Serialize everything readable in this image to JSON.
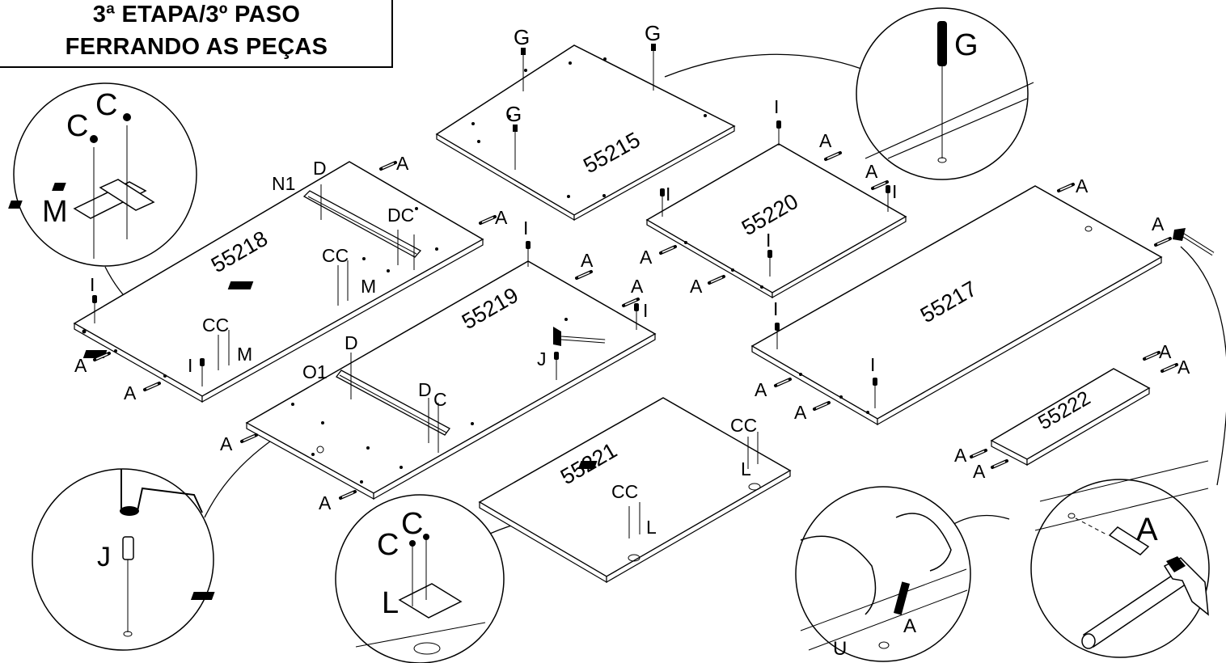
{
  "title": {
    "line1": "3ª ETAPA/3º PASO",
    "line2": "FERRANDO AS PEÇAS"
  },
  "panels": {
    "p55215": "55215",
    "p55218": "55218",
    "p55219": "55219",
    "p55220": "55220",
    "p55217": "55217",
    "p55221": "55221",
    "p55222": "55222"
  },
  "parts": {
    "A": "A",
    "C": "C",
    "D": "D",
    "G": "G",
    "I": "I",
    "J": "J",
    "L": "L",
    "M": "M",
    "N1": "N1",
    "O1": "O1",
    "U": "U",
    "CC": "CC",
    "DC": "DC"
  }
}
